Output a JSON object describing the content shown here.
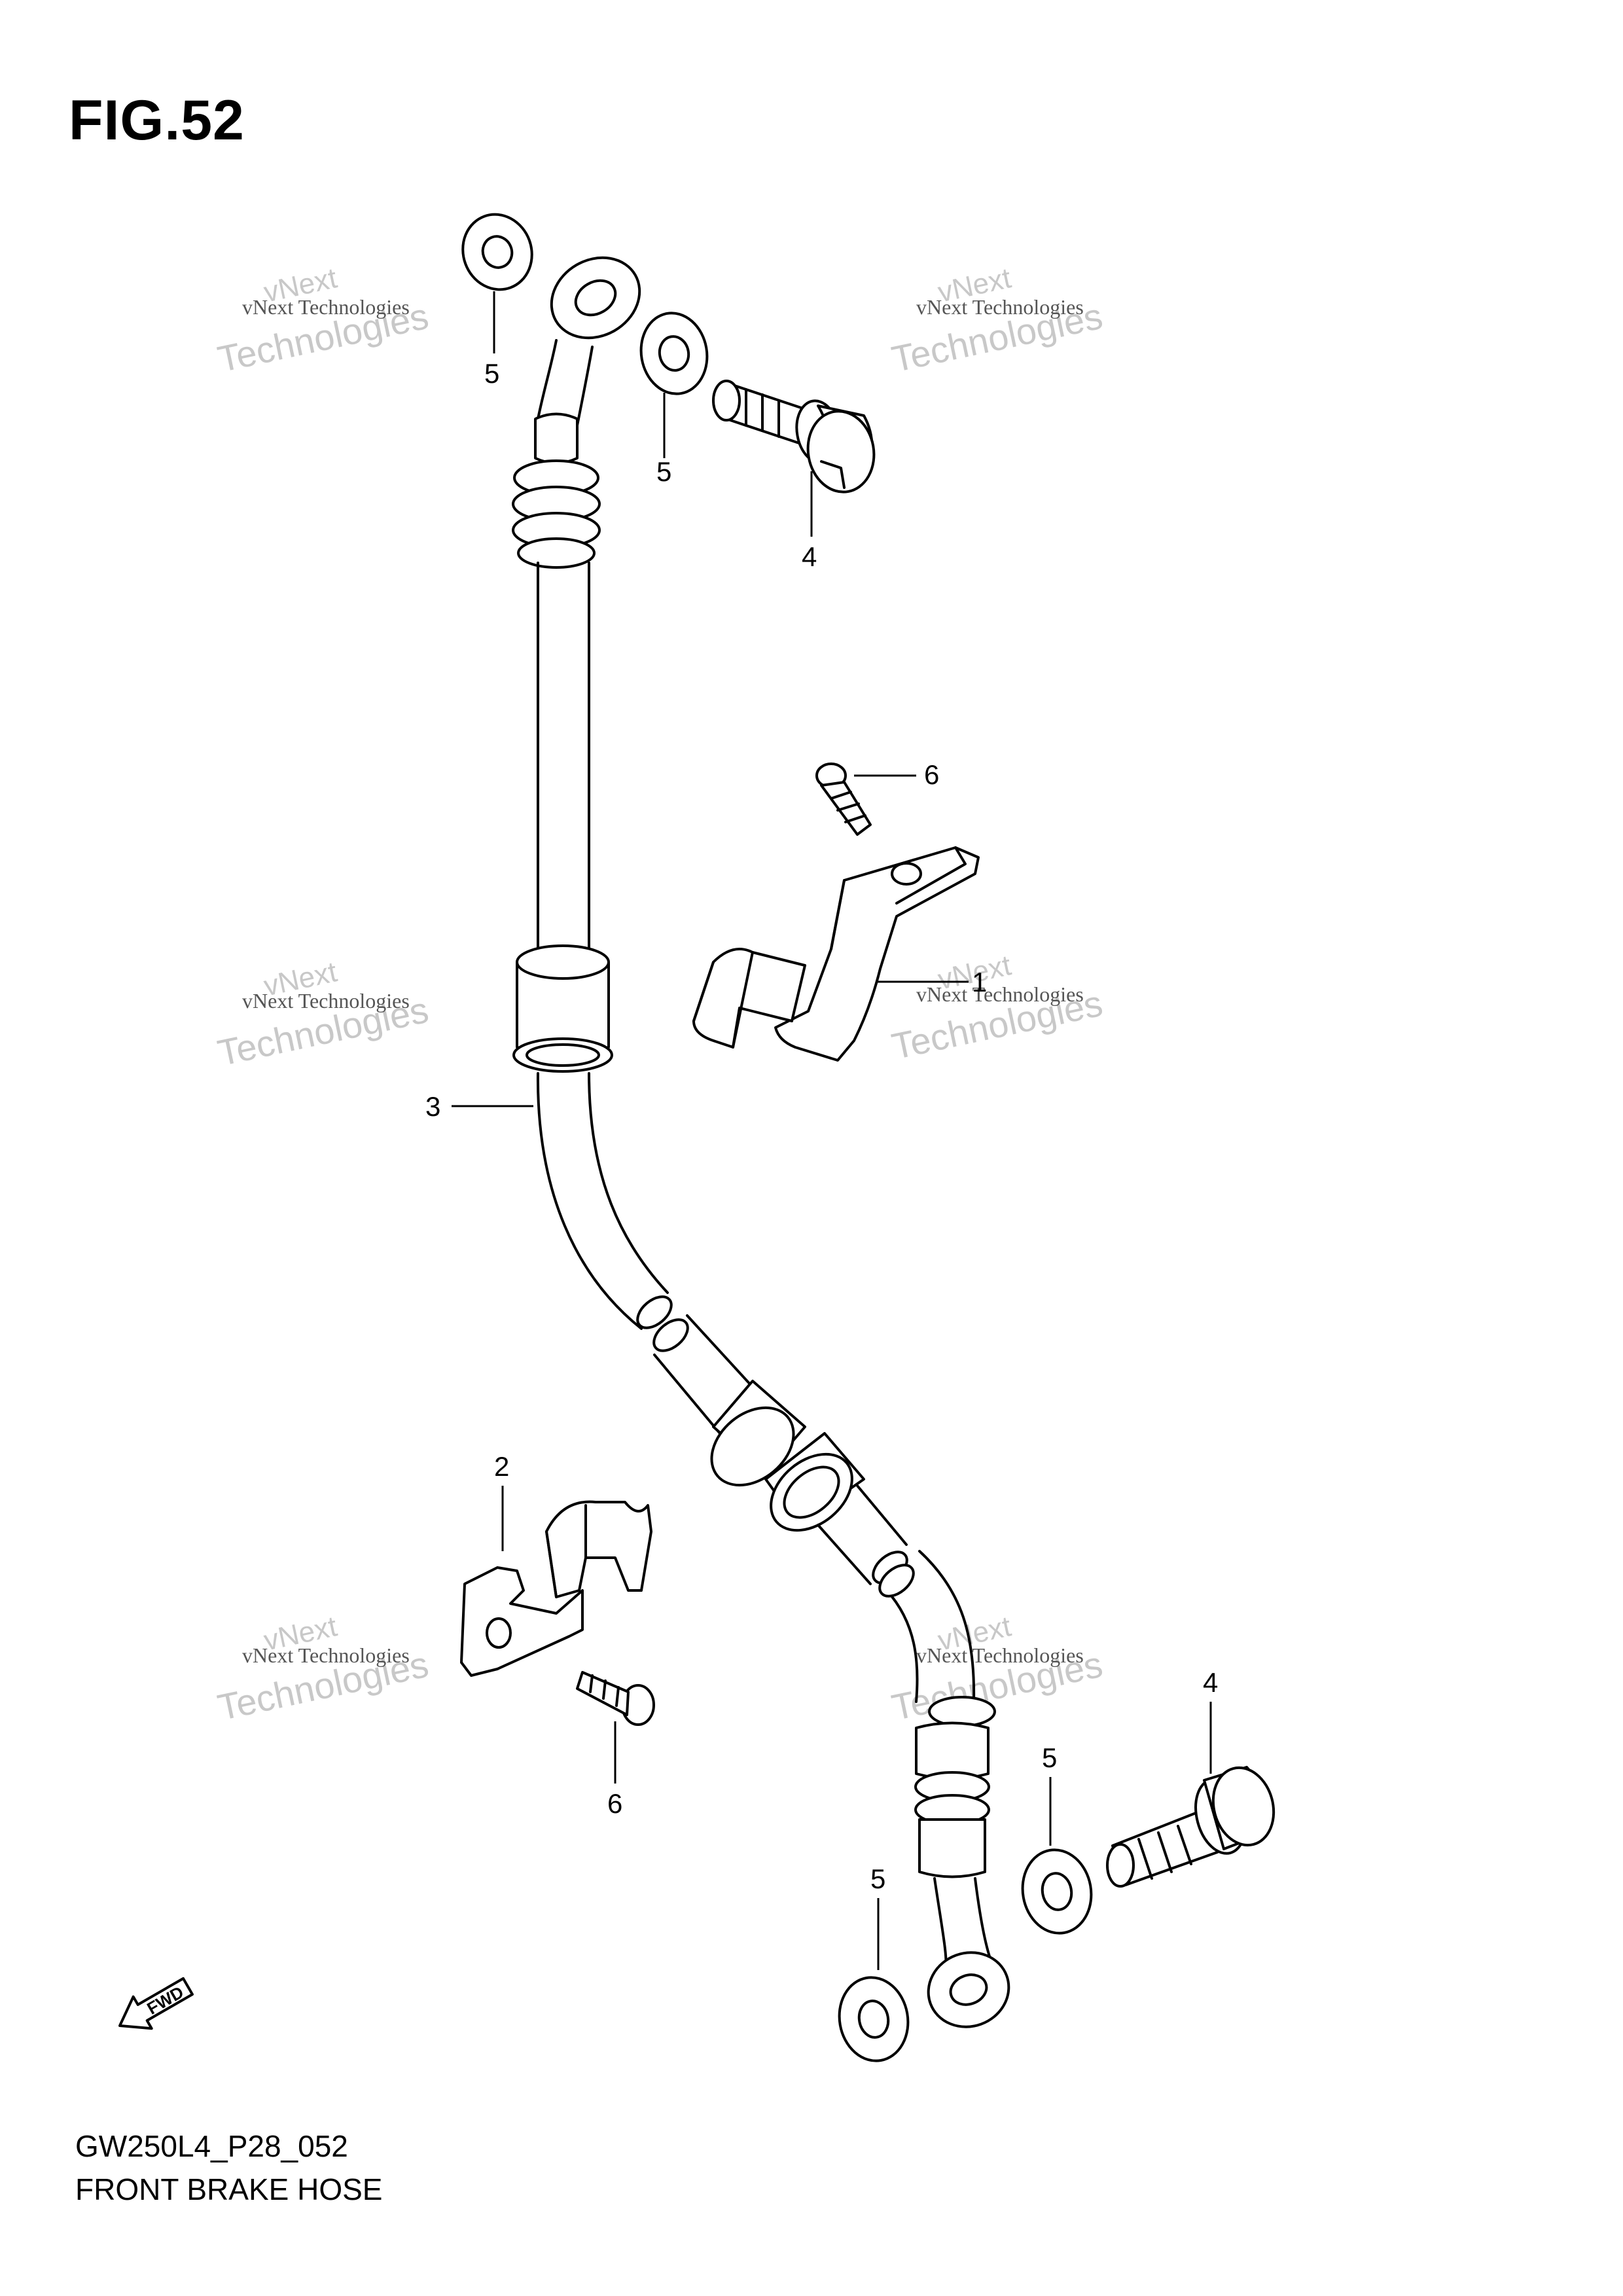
{
  "figure_title": "FIG.52",
  "footer": {
    "code": "GW250L4_P28_052",
    "name": "FRONT BRAKE HOSE"
  },
  "callouts": [
    "1",
    "2",
    "3",
    "4",
    "4",
    "5",
    "5",
    "5",
    "5",
    "6",
    "6"
  ],
  "direction_marker": "FWD",
  "watermark": {
    "line1": "vNext Technologies",
    "line2": "Technologies",
    "small": "vNext"
  }
}
